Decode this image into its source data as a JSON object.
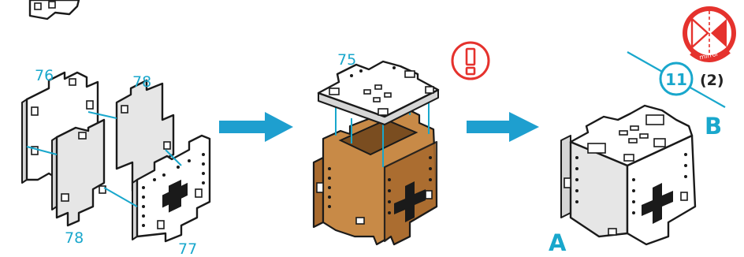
{
  "part_labels": {
    "left_top": "76",
    "left_right_top": "78",
    "left_bottom": "78",
    "left_front": "77",
    "middle_top": "75"
  },
  "notice": {
    "symbol": "!",
    "color": "#e5322d"
  },
  "step": {
    "number": "11",
    "count": "(2)"
  },
  "mirror": {
    "label": "mirror",
    "color": "#e5322d"
  },
  "sides": {
    "a": "A",
    "b": "B"
  },
  "colors": {
    "accent": "#19a7cc",
    "wood": "#c88a47",
    "alert": "#e5322d"
  }
}
